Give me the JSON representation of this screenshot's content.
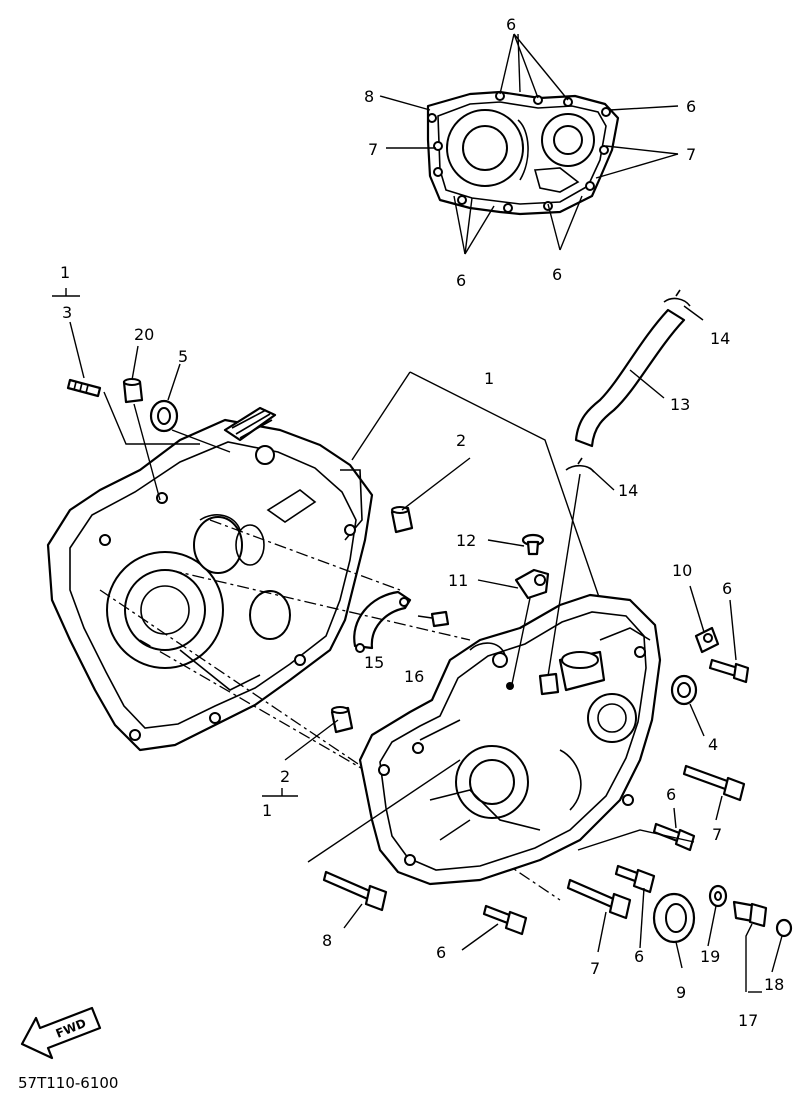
{
  "diagram": {
    "drawing_code": "57T110-6100",
    "fwd_label": "FWD",
    "callouts": {
      "gasket_6_top": "6",
      "gasket_8": "8",
      "gasket_6_right": "6",
      "gasket_7_left": "7",
      "gasket_7_right": "7",
      "gasket_6_bottom_left": "6",
      "gasket_6_bottom_right": "6",
      "set_1": "1",
      "stud_3": "3",
      "part_20": "20",
      "seal_5": "5",
      "crankcase_1": "1",
      "dowel_2_upper": "2",
      "hose_13": "13",
      "clamp_14_top": "14",
      "clamp_14_lower": "14",
      "screw_12": "12",
      "fitting_11": "11",
      "bracket_10": "10",
      "bolt_6_right": "6",
      "plate_15": "15",
      "screw_16": "16",
      "seal_4": "4",
      "dowel_2_lower": "2",
      "set_1_lower": "1",
      "bolt_6_mid": "6",
      "bolt_7_right": "7",
      "bolt_8_bottom": "8",
      "bolt_6_bottom": "6",
      "bolt_7_bottom": "7",
      "bolt_6_lower": "6",
      "seal_9": "9",
      "washer_19": "19",
      "plug_17": "17",
      "washer_18": "18"
    }
  }
}
